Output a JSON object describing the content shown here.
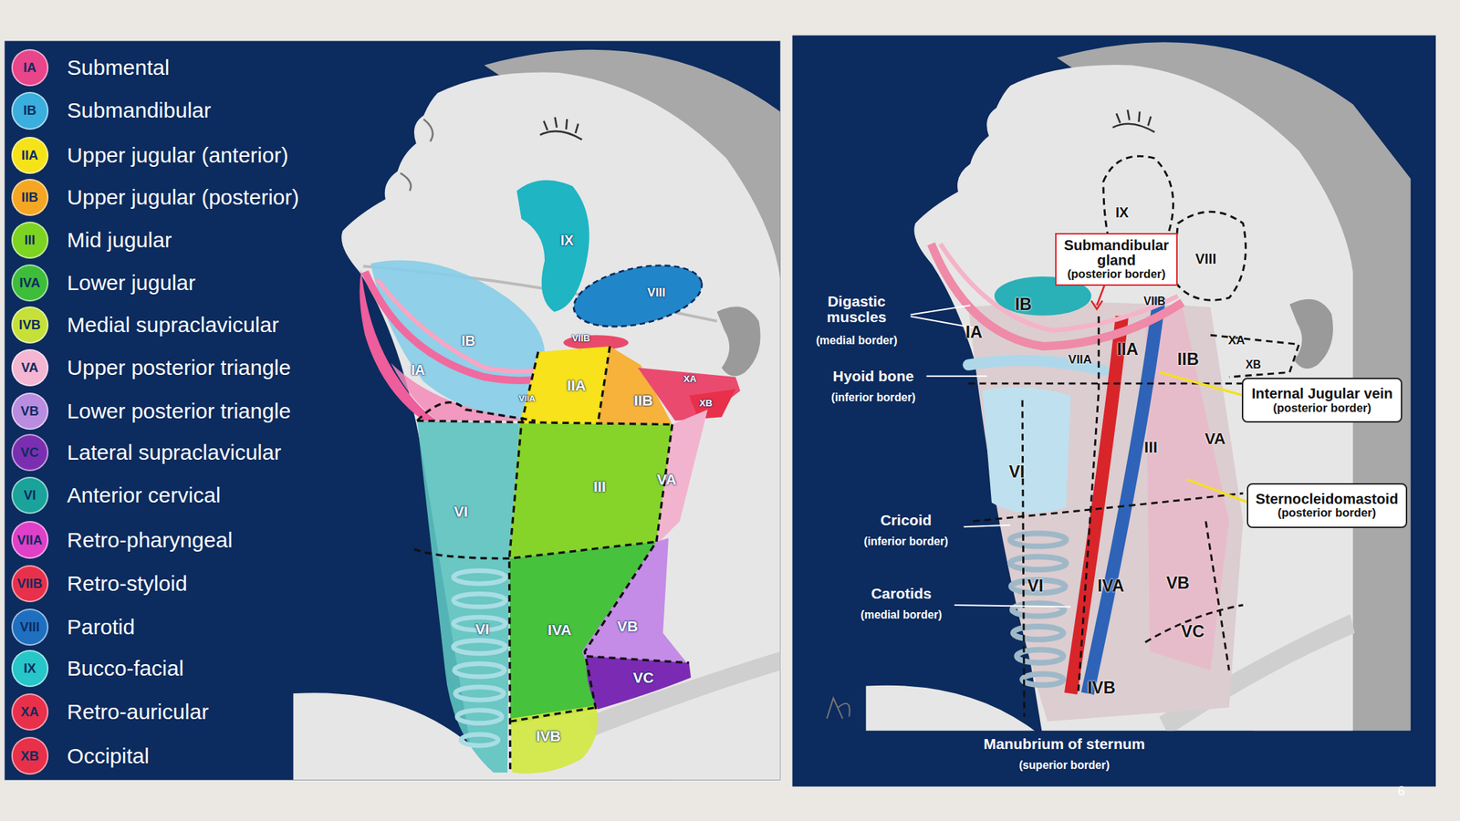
{
  "diagram": {
    "nodes": [
      {
        "text": [
          "Submandibular gland",
          "(posterior border)"
        ]
      },
      {
        "text": [
          "Internal Jugular vein",
          "(posterior border)"
        ]
      },
      {
        "text": [
          "Sternocleidomastoid",
          "(posterior border)"
        ]
      }
    ],
    "labels": [
      "IA",
      "IB",
      "IIA",
      "IIB",
      "III",
      "IVA",
      "IVB",
      "VA",
      "VB",
      "VC",
      "VI",
      "VIIA",
      "VIIB",
      "VIII",
      "IX",
      "XA",
      "XB",
      "IX",
      "VIII",
      "VIIB",
      "IB",
      "IA",
      "VIIA",
      "IIA",
      "IIB",
      "XA",
      "XB",
      "III",
      "VA",
      "VI",
      "VI",
      "IVA",
      "VB",
      "VC",
      "IVB",
      "IX",
      "VIII",
      "IB",
      "VIIB",
      "IA",
      "VIIA",
      "IIA",
      "IIB",
      "XA",
      "XB",
      "III",
      "VA",
      "VI",
      "VI",
      "IVA",
      "VB",
      "VC",
      "IVB",
      "Digastic muscles",
      "(medial border)",
      "Hyoid bone",
      "(inferior border)",
      "Cricoid",
      "(inferior border)",
      "Carotids",
      "(medial border)",
      "Manubrium of sternum",
      "(superior border)",
      "6"
    ],
    "legend": [
      {
        "text": "Submental",
        "color": "#e8458b"
      },
      {
        "text": "Submandibular",
        "color": "#3aaedc"
      },
      {
        "text": "Upper jugular (anterior)",
        "color": "#f5e31a"
      },
      {
        "text": "Upper jugular (posterior)",
        "color": "#f5a623"
      },
      {
        "text": "Mid jugular",
        "color": "#7dd321"
      },
      {
        "text": "Lower jugular",
        "color": "#3dbd3a"
      },
      {
        "text": "Medial supraclavicular",
        "color": "#c6e03a"
      },
      {
        "text": "Upper posterior triangle",
        "color": "#f4b6d2"
      },
      {
        "text": "Lower posterior triangle",
        "color": "#b98ce0"
      },
      {
        "text": "Lateral supraclavicular",
        "color": "#7a2fb0"
      },
      {
        "text": "Anterior cervical",
        "color": "#1aa39a"
      },
      {
        "text": "Retro-pharyngeal",
        "color": "#e03fc8"
      },
      {
        "text": "Retro-styloid",
        "color": "#e8304a"
      },
      {
        "text": "Parotid",
        "color": "#1f6fc0"
      },
      {
        "text": "Bucco-facial",
        "color": "#26c6c9"
      },
      {
        "text": "Retro-auricular",
        "color": "#e8304a"
      },
      {
        "text": "Occipital",
        "color": "#e8304a"
      }
    ]
  }
}
